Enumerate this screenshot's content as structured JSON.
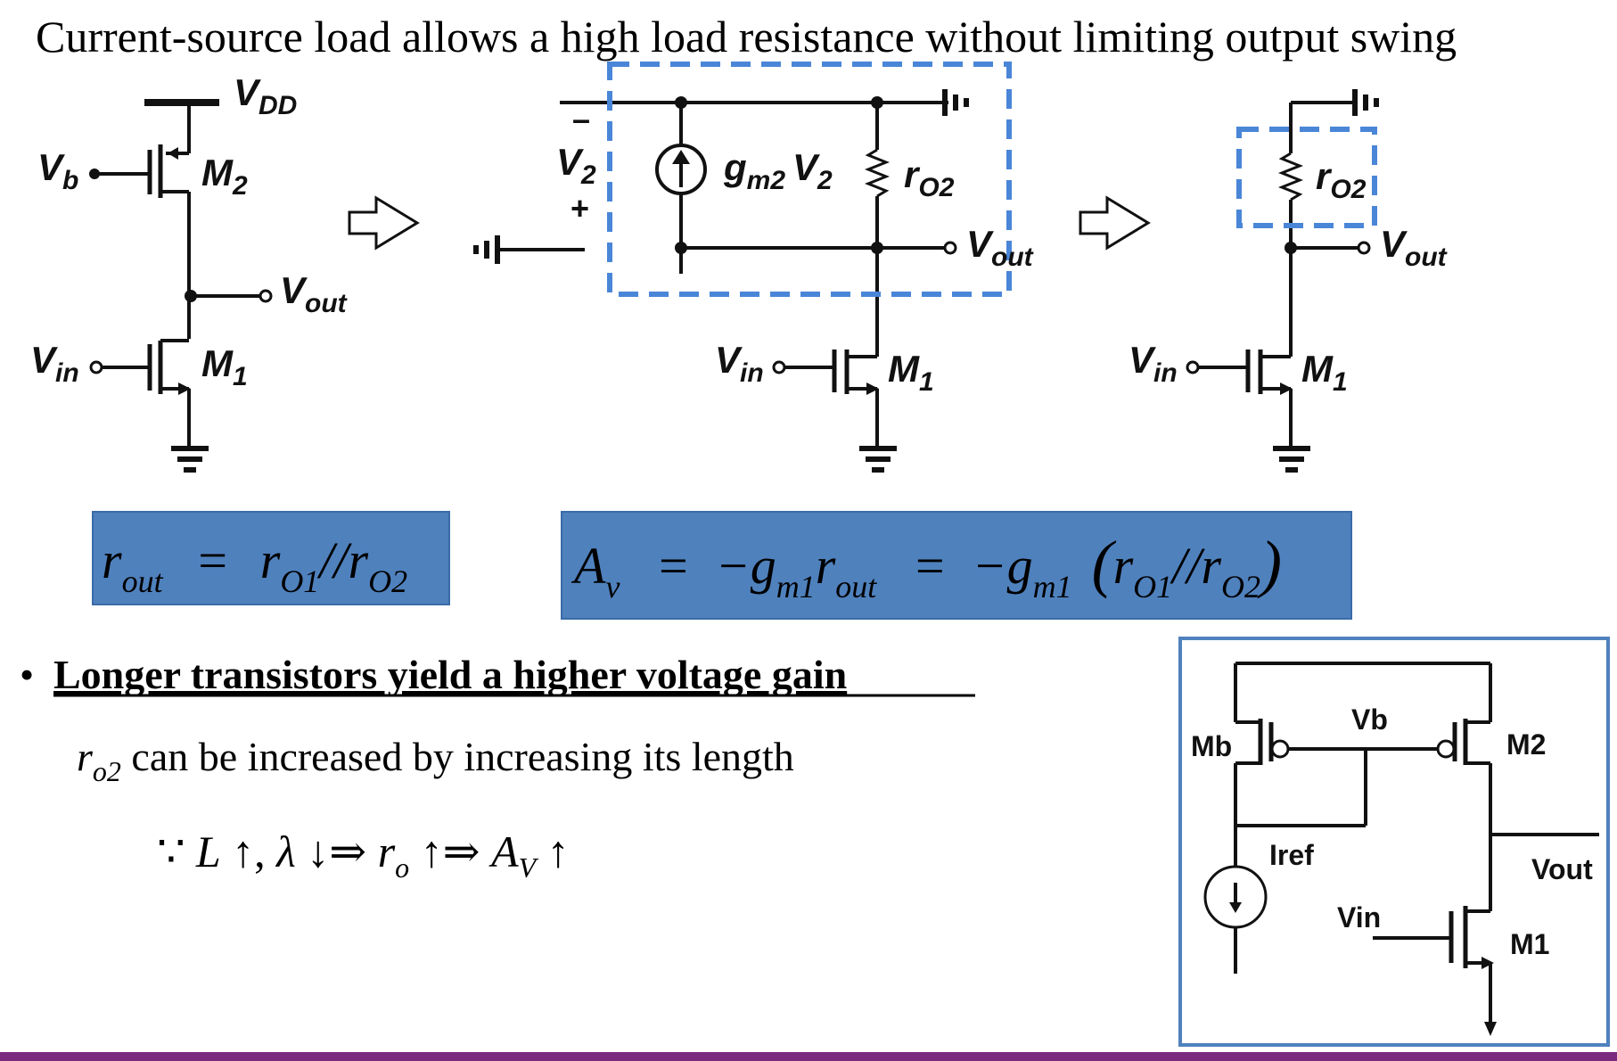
{
  "title": "Current-source load allows a high load resistance without limiting output swing",
  "circuit1": {
    "vdd": {
      "main": "V",
      "sub": "DD"
    },
    "vb": {
      "main": "V",
      "sub": "b"
    },
    "m2": {
      "main": "M",
      "sub": "2"
    },
    "vout": {
      "main": "V",
      "sub": "out"
    },
    "vin": {
      "main": "V",
      "sub": "in"
    },
    "m1": {
      "main": "M",
      "sub": "1"
    }
  },
  "circuit2": {
    "v2_minus": "–",
    "v2": {
      "main": "V",
      "sub": "2"
    },
    "v2_plus": "+",
    "gm2v2": {
      "g": "g",
      "sub": "m2",
      "v": "V",
      "vsub": "2"
    },
    "ro2": {
      "main": "r",
      "sub": "O2"
    },
    "vout": {
      "main": "V",
      "sub": "out"
    },
    "vin": {
      "main": "V",
      "sub": "in"
    },
    "m1": {
      "main": "M",
      "sub": "1"
    }
  },
  "circuit3": {
    "ro2": {
      "main": "r",
      "sub": "O2"
    },
    "vout": {
      "main": "V",
      "sub": "out"
    },
    "vin": {
      "main": "V",
      "sub": "in"
    },
    "m1": {
      "main": "M",
      "sub": "1"
    }
  },
  "eq_rout": {
    "lhs": "r",
    "lhs_sub": "out",
    "eq": "=",
    "r1": "r",
    "r1_sub": "O1",
    "par": "//",
    "r2": "r",
    "r2_sub": "O2"
  },
  "eq_av": {
    "lhs": "A",
    "lhs_sub": "v",
    "eq1": "=",
    "neg1": "−g",
    "gsub1": "m1",
    "r": "r",
    "rsub": "out",
    "eq2": "=",
    "neg2": "−g",
    "gsub2": "m1",
    "lp": "(",
    "r1": "r",
    "r1_sub": "O1",
    "par": "//",
    "r2": "r",
    "r2_sub": "O2",
    "rp": ")"
  },
  "bullet": {
    "mark": "•",
    "heading": "Longer transistors yield a higher voltage gain",
    "line1_sym": "r",
    "line1_sub": "o2",
    "line1_text": " can be increased by increasing its length",
    "line2": {
      "because": "∵",
      "L": "L",
      "up1": " ↑, ",
      "lambda": "λ",
      "down": " ↓⇒ ",
      "ro": "r",
      "ro_sub": "o",
      "up2": " ↑⇒ ",
      "A": "A",
      "A_sub": "V",
      "up3": " ↑"
    }
  },
  "mirror": {
    "mb": "Mb",
    "vb": "Vb",
    "m2": "M2",
    "iref": "Iref",
    "vout": "Vout",
    "vin": "Vin",
    "m1": "M1"
  },
  "colors": {
    "eq_box_fill": "#4f81bd",
    "eq_box_stroke": "#3a6ba8",
    "dash_box": "#4a86d8",
    "mirror_border": "#4f81bd",
    "footer_bar": "#7a2b7e"
  }
}
